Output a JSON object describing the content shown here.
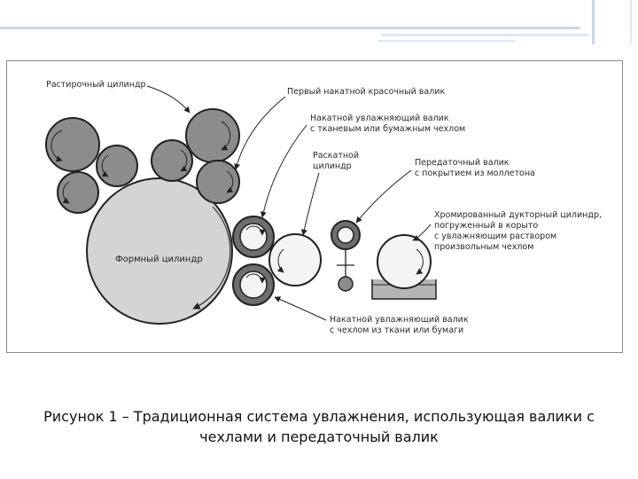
{
  "diagram": {
    "labels": {
      "anilox": "Растирочный цилиндр",
      "first_ink_form_roller": "Первый накатной красочный валик",
      "damp_form_roller_top_1": "Накатной увлажняющий валик",
      "damp_form_roller_top_2": "с тканевым или бумажным чехлом",
      "distributor_1": "Раскатной",
      "distributor_2": "цилиндр",
      "transfer_1": "Передаточный валик",
      "transfer_2": "с покрытием из моллетона",
      "ductor_1": "Хромированный дукторный цилиндр,",
      "ductor_2": "погруженный в корыто",
      "ductor_3": "с увлажняющим раствором",
      "ductor_4": "произвольным чехлом",
      "plate_cylinder": "Формный цилиндр",
      "damp_form_roller_bottom_1": "Накатной увлажняющий валик",
      "damp_form_roller_bottom_2": "с чехлом из ткани или бумаги"
    }
  },
  "caption": {
    "line1": "Рисунок 1 – Традиционная система увлажнения, использующая валики с",
    "line2": "чехлами и передаточный валик"
  },
  "colors": {
    "roller_dark": "#8c8c8c",
    "roller_light": "#d2d2d2",
    "roller_white": "#f4f4f4",
    "stroke": "#222222",
    "accent_bar": "#c5d8ef"
  }
}
